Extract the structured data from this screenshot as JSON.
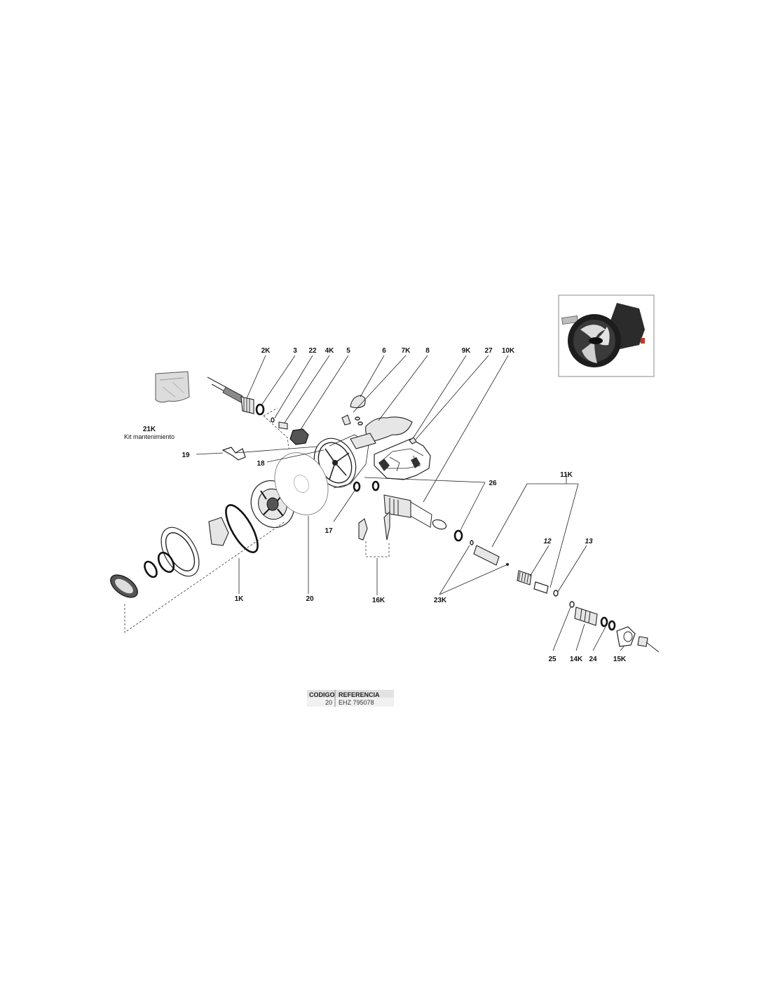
{
  "labels": {
    "l2K": "2K",
    "l3": "3",
    "l22": "22",
    "l4K": "4K",
    "l5": "5",
    "l6": "6",
    "l7K": "7K",
    "l8": "8",
    "l9K": "9K",
    "l27": "27",
    "l10K": "10K",
    "l21K": "21K",
    "kit": "Kit mantenimiento",
    "l19": "19",
    "l18": "18",
    "l26": "26",
    "l17": "17",
    "l11K": "11K",
    "l12": "12",
    "l13": "13",
    "l1K": "1K",
    "l20": "20",
    "l16K": "16K",
    "l23K": "23K",
    "l25": "25",
    "l14K": "14K",
    "l24": "24",
    "l15K": "15K"
  },
  "table": {
    "headers": [
      "CODIGO",
      "REFERENCIA"
    ],
    "rows": [
      [
        "20",
        "EHZ 795078"
      ]
    ]
  }
}
